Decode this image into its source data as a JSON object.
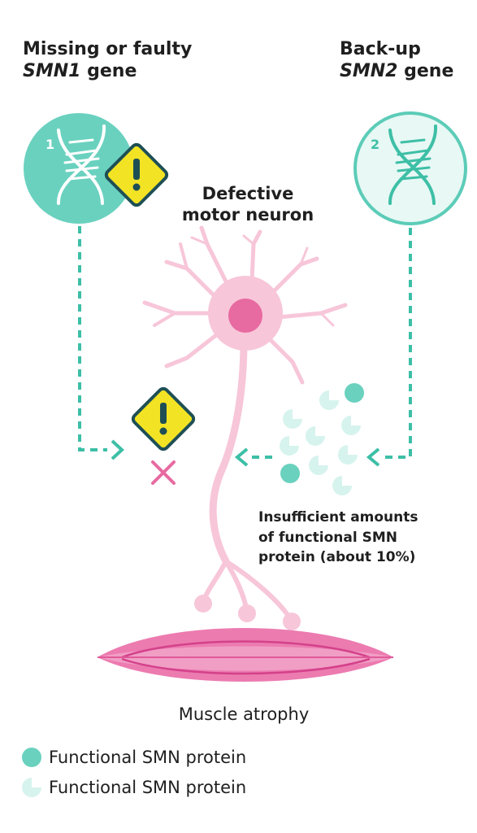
{
  "left_gene": {
    "line1": "Missing or faulty",
    "gene_name": "SMN1",
    "gene_suffix": " gene",
    "badge": "1"
  },
  "right_gene": {
    "line1": "Back-up",
    "gene_name": "SMN2",
    "gene_suffix": " gene",
    "badge": "2"
  },
  "neuron": {
    "line1": "Defective",
    "line2": "motor neuron"
  },
  "protein_caption": {
    "line1": "Insufficient amounts",
    "line2": "of functional SMN",
    "line3": "protein (about 10%)"
  },
  "muscle_caption": "Muscle atrophy",
  "legend": [
    {
      "label": "Functional SMN protein",
      "icon": "full-circle-icon"
    },
    {
      "label": "Functional SMN protein",
      "icon": "partial-circle-icon"
    }
  ],
  "colors": {
    "teal": "#6ad1bf",
    "teal_line": "#3dbfa6",
    "teal_light": "#d7f3ee",
    "pink_neuron": "#f7c6d9",
    "pink_nucleus": "#e76aa0",
    "pink_muscle": "#ec7bb0",
    "warning_yellow": "#f2e324",
    "warning_dark": "#1e4f55"
  }
}
